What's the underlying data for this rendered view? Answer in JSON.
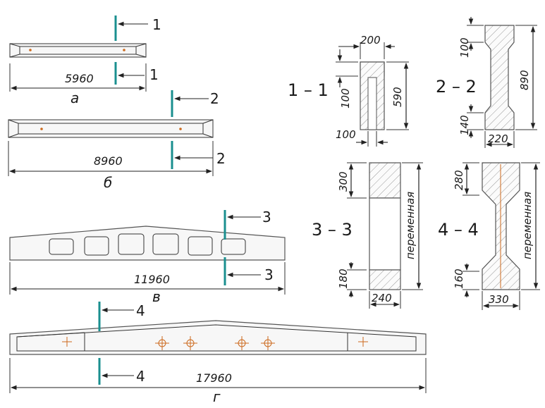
{
  "colors": {
    "cut_line": "#1a8f8f",
    "hatch": "#888888",
    "marker": "#cc6a1e"
  },
  "beams": {
    "a": {
      "length": "5960",
      "caption": "а",
      "section": "1"
    },
    "b": {
      "length": "8960",
      "caption": "б",
      "section": "2"
    },
    "v": {
      "length": "11960",
      "caption": "в",
      "section": "3"
    },
    "g": {
      "length": "17960",
      "caption": "г",
      "section": "4"
    }
  },
  "sections": {
    "s1": {
      "title": "1 – 1",
      "width": "200",
      "flange": "100",
      "height": "590",
      "web": "100"
    },
    "s2": {
      "title": "2 – 2",
      "top": "100",
      "height": "890",
      "bottom": "140",
      "width": "220"
    },
    "s3": {
      "title": "3 – 3",
      "top": "300",
      "height": "переменная",
      "bottom": "180",
      "width": "240"
    },
    "s4": {
      "title": "4 – 4",
      "top": "280",
      "height": "переменная",
      "bottom": "160",
      "width": "330"
    }
  }
}
